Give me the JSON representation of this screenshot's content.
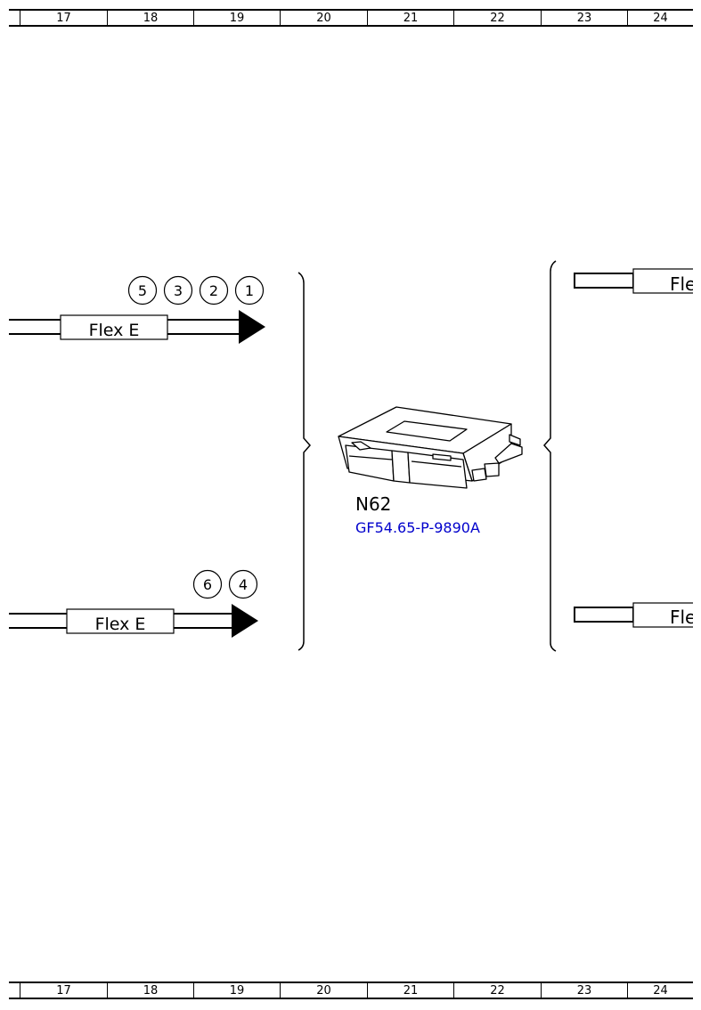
{
  "ruler": {
    "columns": [
      "17",
      "18",
      "19",
      "20",
      "21",
      "22",
      "23",
      "24"
    ]
  },
  "connectors": {
    "top": {
      "label": "Flex E",
      "circles": [
        "5",
        "3",
        "2",
        "1"
      ]
    },
    "bottom": {
      "label": "Flex E",
      "circles": [
        "6",
        "4"
      ]
    }
  },
  "component": {
    "id": "N62",
    "reference": "GF54.65-P-9890A",
    "reference_color": "#0000cc"
  },
  "right_connectors": {
    "top_label": "Fle",
    "bottom_label": "Fle"
  }
}
